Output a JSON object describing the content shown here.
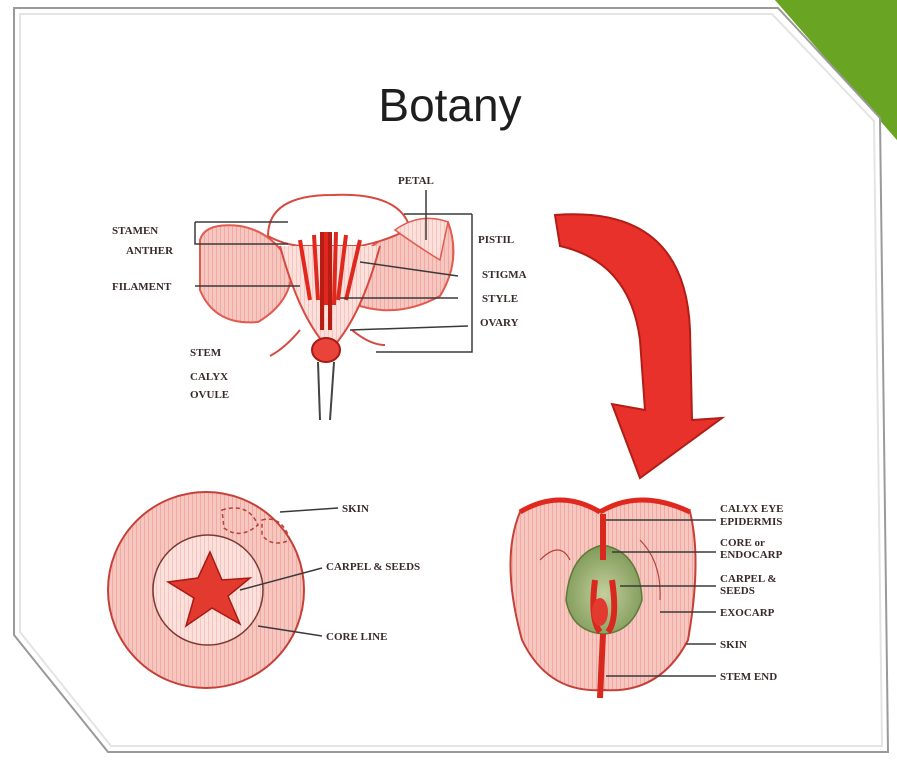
{
  "slide": {
    "title": "Botany",
    "accent_color": "#7cb82a",
    "diagram_color": "#e8443a"
  },
  "flower_labels": {
    "petal": "PETAL",
    "stamen": "STAMEN",
    "anther": "ANTHER",
    "filament": "FILAMENT",
    "pistil": "PISTIL",
    "stigma": "STIGMA",
    "style": "STYLE",
    "ovary": "OVARY",
    "stem": "STEM",
    "calyx": "CALYX",
    "ovule": "OVULE"
  },
  "cross_section_labels": {
    "skin": "SKIN",
    "carpel_seeds": "CARPEL & SEEDS",
    "core_line": "CORE LINE"
  },
  "long_section_labels": {
    "calyx_eye": "CALYX EYE",
    "epidermis": "EPIDERMIS",
    "core_endocarp_1": "CORE or",
    "core_endocarp_2": "ENDOCARP",
    "carpel_seeds_1": "CARPEL &",
    "carpel_seeds_2": "SEEDS",
    "exocarp": "EXOCARP",
    "skin": "SKIN",
    "stem_scar": "STEM END"
  }
}
